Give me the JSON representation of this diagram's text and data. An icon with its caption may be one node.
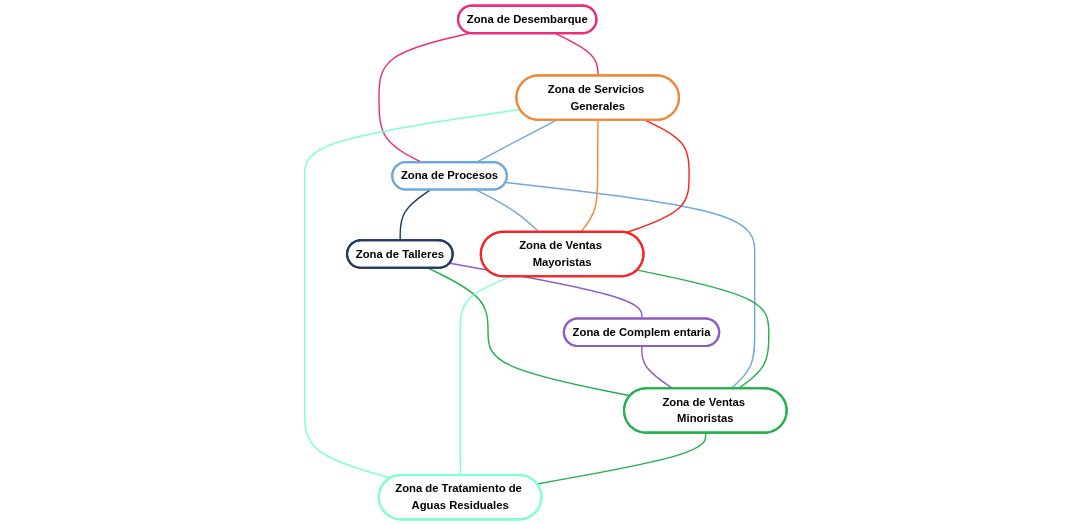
{
  "diagram": {
    "nodes": [
      {
        "text": [
          "Zona de Desembarque"
        ]
      },
      {
        "text": [
          "Zona de Servicios Generales"
        ]
      },
      {
        "text": [
          "Zona de Procesos"
        ]
      },
      {
        "text": [
          "Zona de Talleres"
        ]
      },
      {
        "text": [
          "Zona de Complem entaria"
        ]
      },
      {
        "text": [
          "Zona de Ventas Mayoristas"
        ]
      },
      {
        "text": [
          "Zona de Ventas Minoristas"
        ]
      },
      {
        "text": [
          "Zona de Tratamiento de Aguas Residuales"
        ]
      }
    ],
    "edges": [
      {
        "from": 0,
        "to": 1,
        "arrow": "none",
        "color": "#f0287a"
      },
      {
        "from": 0,
        "to": 2,
        "arrow": "none",
        "color": "#f0287a"
      },
      {
        "from": 1,
        "to": 2,
        "arrow": "none",
        "color": "#6fa8dc"
      },
      {
        "from": 2,
        "to": 3,
        "arrow": "none",
        "color": "#1f3864"
      },
      {
        "from": 3,
        "to": 4,
        "arrow": "none",
        "color": "#8e5cc4"
      },
      {
        "from": 3,
        "to": 6,
        "arrow": "none",
        "color": "#22b14c"
      },
      {
        "from": 4,
        "to": 6,
        "arrow": "none",
        "color": "#8e5cc4"
      },
      {
        "from": 2,
        "to": 5,
        "arrow": "none",
        "color": "#6fa8dc"
      },
      {
        "from": 2,
        "to": 6,
        "arrow": "none",
        "color": "#6fa8dc"
      },
      {
        "from": 1,
        "to": 5,
        "arrow": "none",
        "color": "#f0883a"
      },
      {
        "from": 1,
        "to": 5,
        "arrow": "none",
        "color": "#ff2020"
      },
      {
        "from": 1,
        "to": 7,
        "arrow": "none",
        "color": "#7fffd4"
      },
      {
        "from": 5,
        "to": 7,
        "arrow": "none",
        "color": "#7fffd4"
      },
      {
        "from": 5,
        "to": 6,
        "arrow": "none",
        "color": "#22b14c"
      },
      {
        "from": 6,
        "to": 7,
        "arrow": "none",
        "color": "#22b14c"
      }
    ]
  }
}
